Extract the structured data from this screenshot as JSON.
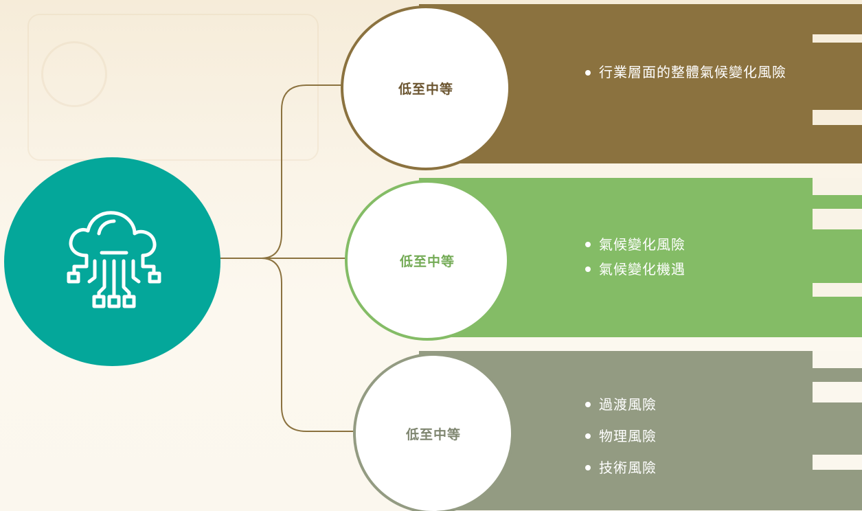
{
  "hub": {
    "icon": "cloud-network-icon",
    "color": "#04a79a"
  },
  "branches": [
    {
      "level": "低至中等",
      "color": "#8b723f",
      "items": [
        "行業層面的整體氣候變化風險"
      ]
    },
    {
      "level": "低至中等",
      "color": "#84bc66",
      "items": [
        "氣候變化風險",
        "氣候變化機遇"
      ]
    },
    {
      "level": "低至中等",
      "color": "#939b82",
      "items": [
        "過渡風險",
        "物理風險",
        "技術風險"
      ]
    }
  ]
}
